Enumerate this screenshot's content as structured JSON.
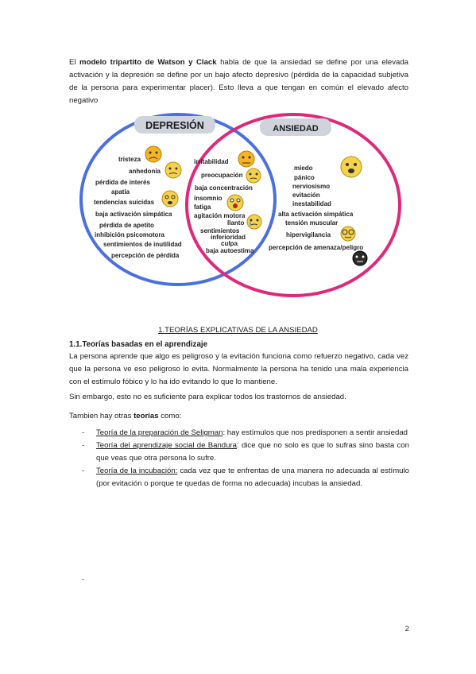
{
  "intro": {
    "t1": "El ",
    "t2": "modelo tripartito de Watson y Clack",
    "t3": " habla de que la ansiedad se define por una elevada activación y la depresión se define por un bajo afecto depresivo (pérdida de la capacidad subjetiva de la persona para experimentar placer). Esto lleva a que tengan en común el elevado afecto negativo"
  },
  "venn": {
    "left_title": "DEPRESIÓN",
    "right_title": "ANSIEDAD",
    "left_color": "#4a6fe0",
    "right_color": "#e0287a",
    "depresion_items": [
      "tristeza",
      "anhedonia",
      "pérdida de interés",
      "apatía",
      "tendencias suicidas",
      "baja activación simpática",
      "pérdida de apetito",
      "inhibición psicomotora",
      "sentimientos de inutilidad",
      "percepción de pérdida"
    ],
    "common_items": [
      "irritabilidad",
      "preocupación",
      "baja concentración",
      "insomnio",
      "fatiga",
      "agitación motora",
      "llanto",
      "sentimientos",
      "inferioridad",
      "culpa",
      "baja autoestima"
    ],
    "ansiedad_items": [
      "miedo",
      "pánico",
      "nerviosismo",
      "evitación",
      "inestabilidad",
      "alta activación simpática",
      "tensión muscular",
      "hipervigilancia",
      "percepción de amenaza/peligro"
    ]
  },
  "section_title": "1.TEORÍAS EXPLICATIVAS DE LA ANSIEDAD",
  "subsection_title": "1.1.Teorías basadas en el aprendizaje",
  "para1": "La persona aprende que algo es peligroso y la evitación funciona como refuerzo negativo, cada vez que la persona ve eso peligroso lo evita. Normalmente la persona ha tenido una mala experiencia con el estímulo fóbico y lo ha ido evitando lo que lo mantiene.",
  "para2": "Sin embargo, esto no es suficiente para explicar todos los trastornos de ansiedad.",
  "para3_a": "Tambien hay otras ",
  "para3_b": "teorías",
  "para3_c": " como:",
  "bullets": [
    {
      "name": "Teoría de la preparación de Seligman",
      "rest": ": hay estímulos que nos predisponen a sentir ansiedad"
    },
    {
      "name": "Teoría del aprendizaje social de Bandura",
      "rest": ": dice que no solo es que lo sufras sino basta con que veas que otra persona lo sufre."
    },
    {
      "name": "Teoría de la incubación:",
      "rest": " cada vez que te enfrentas de una manera no adecuada al estímulo (por evitación o porque te quedas de forma no adecuada) incubas la ansiedad."
    }
  ],
  "dash": "-",
  "page_number": "2"
}
